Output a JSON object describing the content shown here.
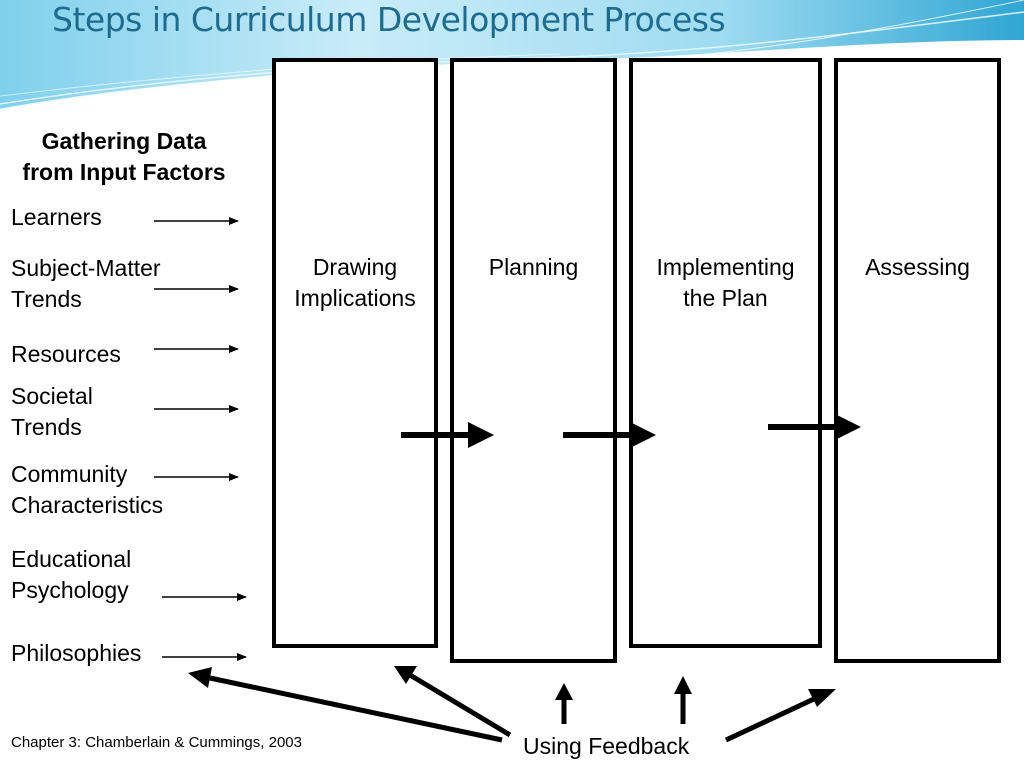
{
  "slide": {
    "title": "Steps in Curriculum Development Process",
    "colors": {
      "title": "#1f6b8e",
      "banner_light": "#dff3fb",
      "banner_mid": "#7fd0ec",
      "banner_dark": "#2fa6d3"
    }
  },
  "input_factors": {
    "heading": "Gathering Data\nfrom Input Factors",
    "items": [
      "Learners",
      "Subject-Matter\nTrends",
      "Resources",
      "Societal\nTrends",
      "Community\nCharacteristics",
      "Educational\nPsychology",
      "Philosophies"
    ]
  },
  "stages": [
    "Drawing\nImplications",
    "Planning",
    "Implementing\nthe Plan",
    "Assessing"
  ],
  "feedback_label": "Using Feedback",
  "citation": "Chapter 3: Chamberlain & Cummings, 2003"
}
